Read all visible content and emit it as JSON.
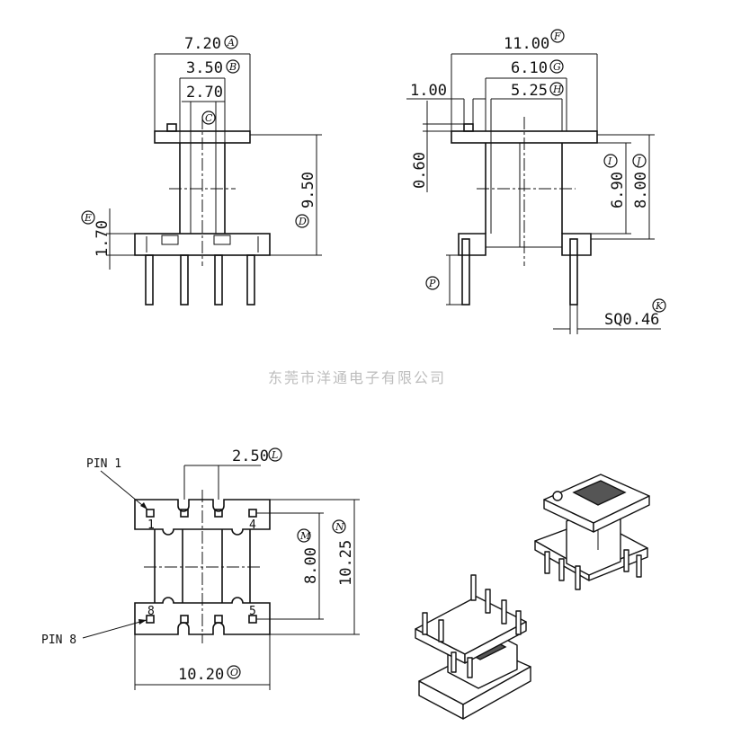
{
  "dimensions": {
    "a": {
      "value": "7.20",
      "tag": "A"
    },
    "b": {
      "value": "3.50",
      "tag": "B"
    },
    "c": {
      "value": "2.70",
      "tag": "C"
    },
    "d": {
      "value": "9.50",
      "tag": "D"
    },
    "e": {
      "value": "1.70",
      "tag": "E"
    },
    "f": {
      "value": "11.00",
      "tag": "F"
    },
    "g": {
      "value": "6.10",
      "tag": "G"
    },
    "h": {
      "value": "5.25",
      "tag": "H"
    },
    "i": {
      "value": "6.90",
      "tag": "I"
    },
    "j": {
      "value": "8.00",
      "tag": "J"
    },
    "k": {
      "value": "SQ0.46",
      "tag": "K"
    },
    "l": {
      "value": "2.50",
      "tag": "L"
    },
    "m": {
      "value": "8.00",
      "tag": "M"
    },
    "n": {
      "value": "10.25",
      "tag": "N"
    },
    "o": {
      "value": "10.20",
      "tag": "O"
    },
    "p": {
      "tag": "P"
    },
    "side_top": {
      "value": "1.00"
    },
    "side_flange": {
      "value": "0.60"
    }
  },
  "pins": {
    "pin1_label": "PIN 1",
    "pin8_label": "PIN 8",
    "num_1": "1",
    "num_4": "4",
    "num_5": "5",
    "num_8": "8"
  },
  "watermark": "东莞市洋通电子有限公司"
}
